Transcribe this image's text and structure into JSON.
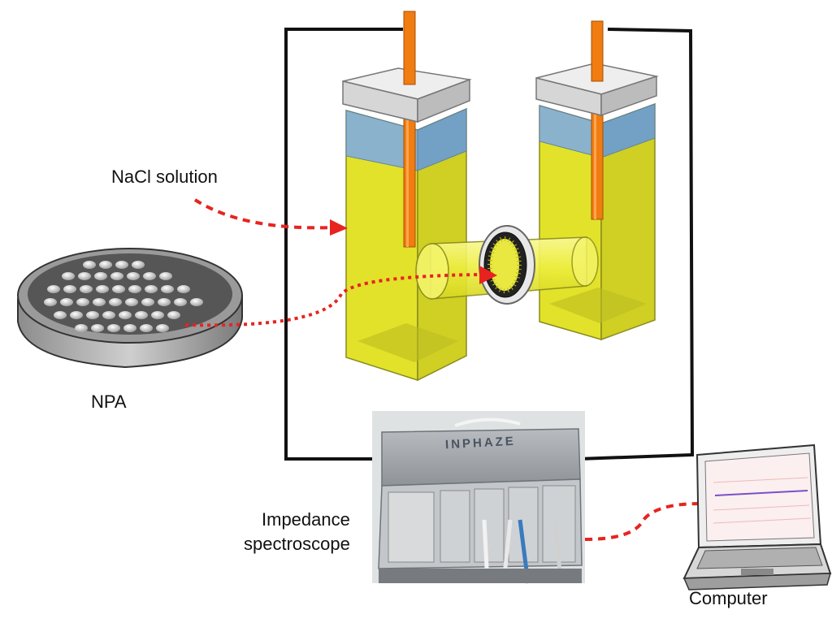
{
  "labels": {
    "nacl_solution": "NaCl solution",
    "npa": "NPA",
    "impedance_line1": "Impedance",
    "impedance_line2": "spectroscope",
    "computer": "Computer"
  },
  "device_brand": "INPHAZE",
  "colors": {
    "solution_yellow": "#f2f230",
    "headspace_blue": "#6f9fce",
    "electrode_orange": "#f07c12",
    "arrow_red": "#e8231f",
    "cap_gray": "#dcdcdc",
    "wire_black": "#111111"
  }
}
